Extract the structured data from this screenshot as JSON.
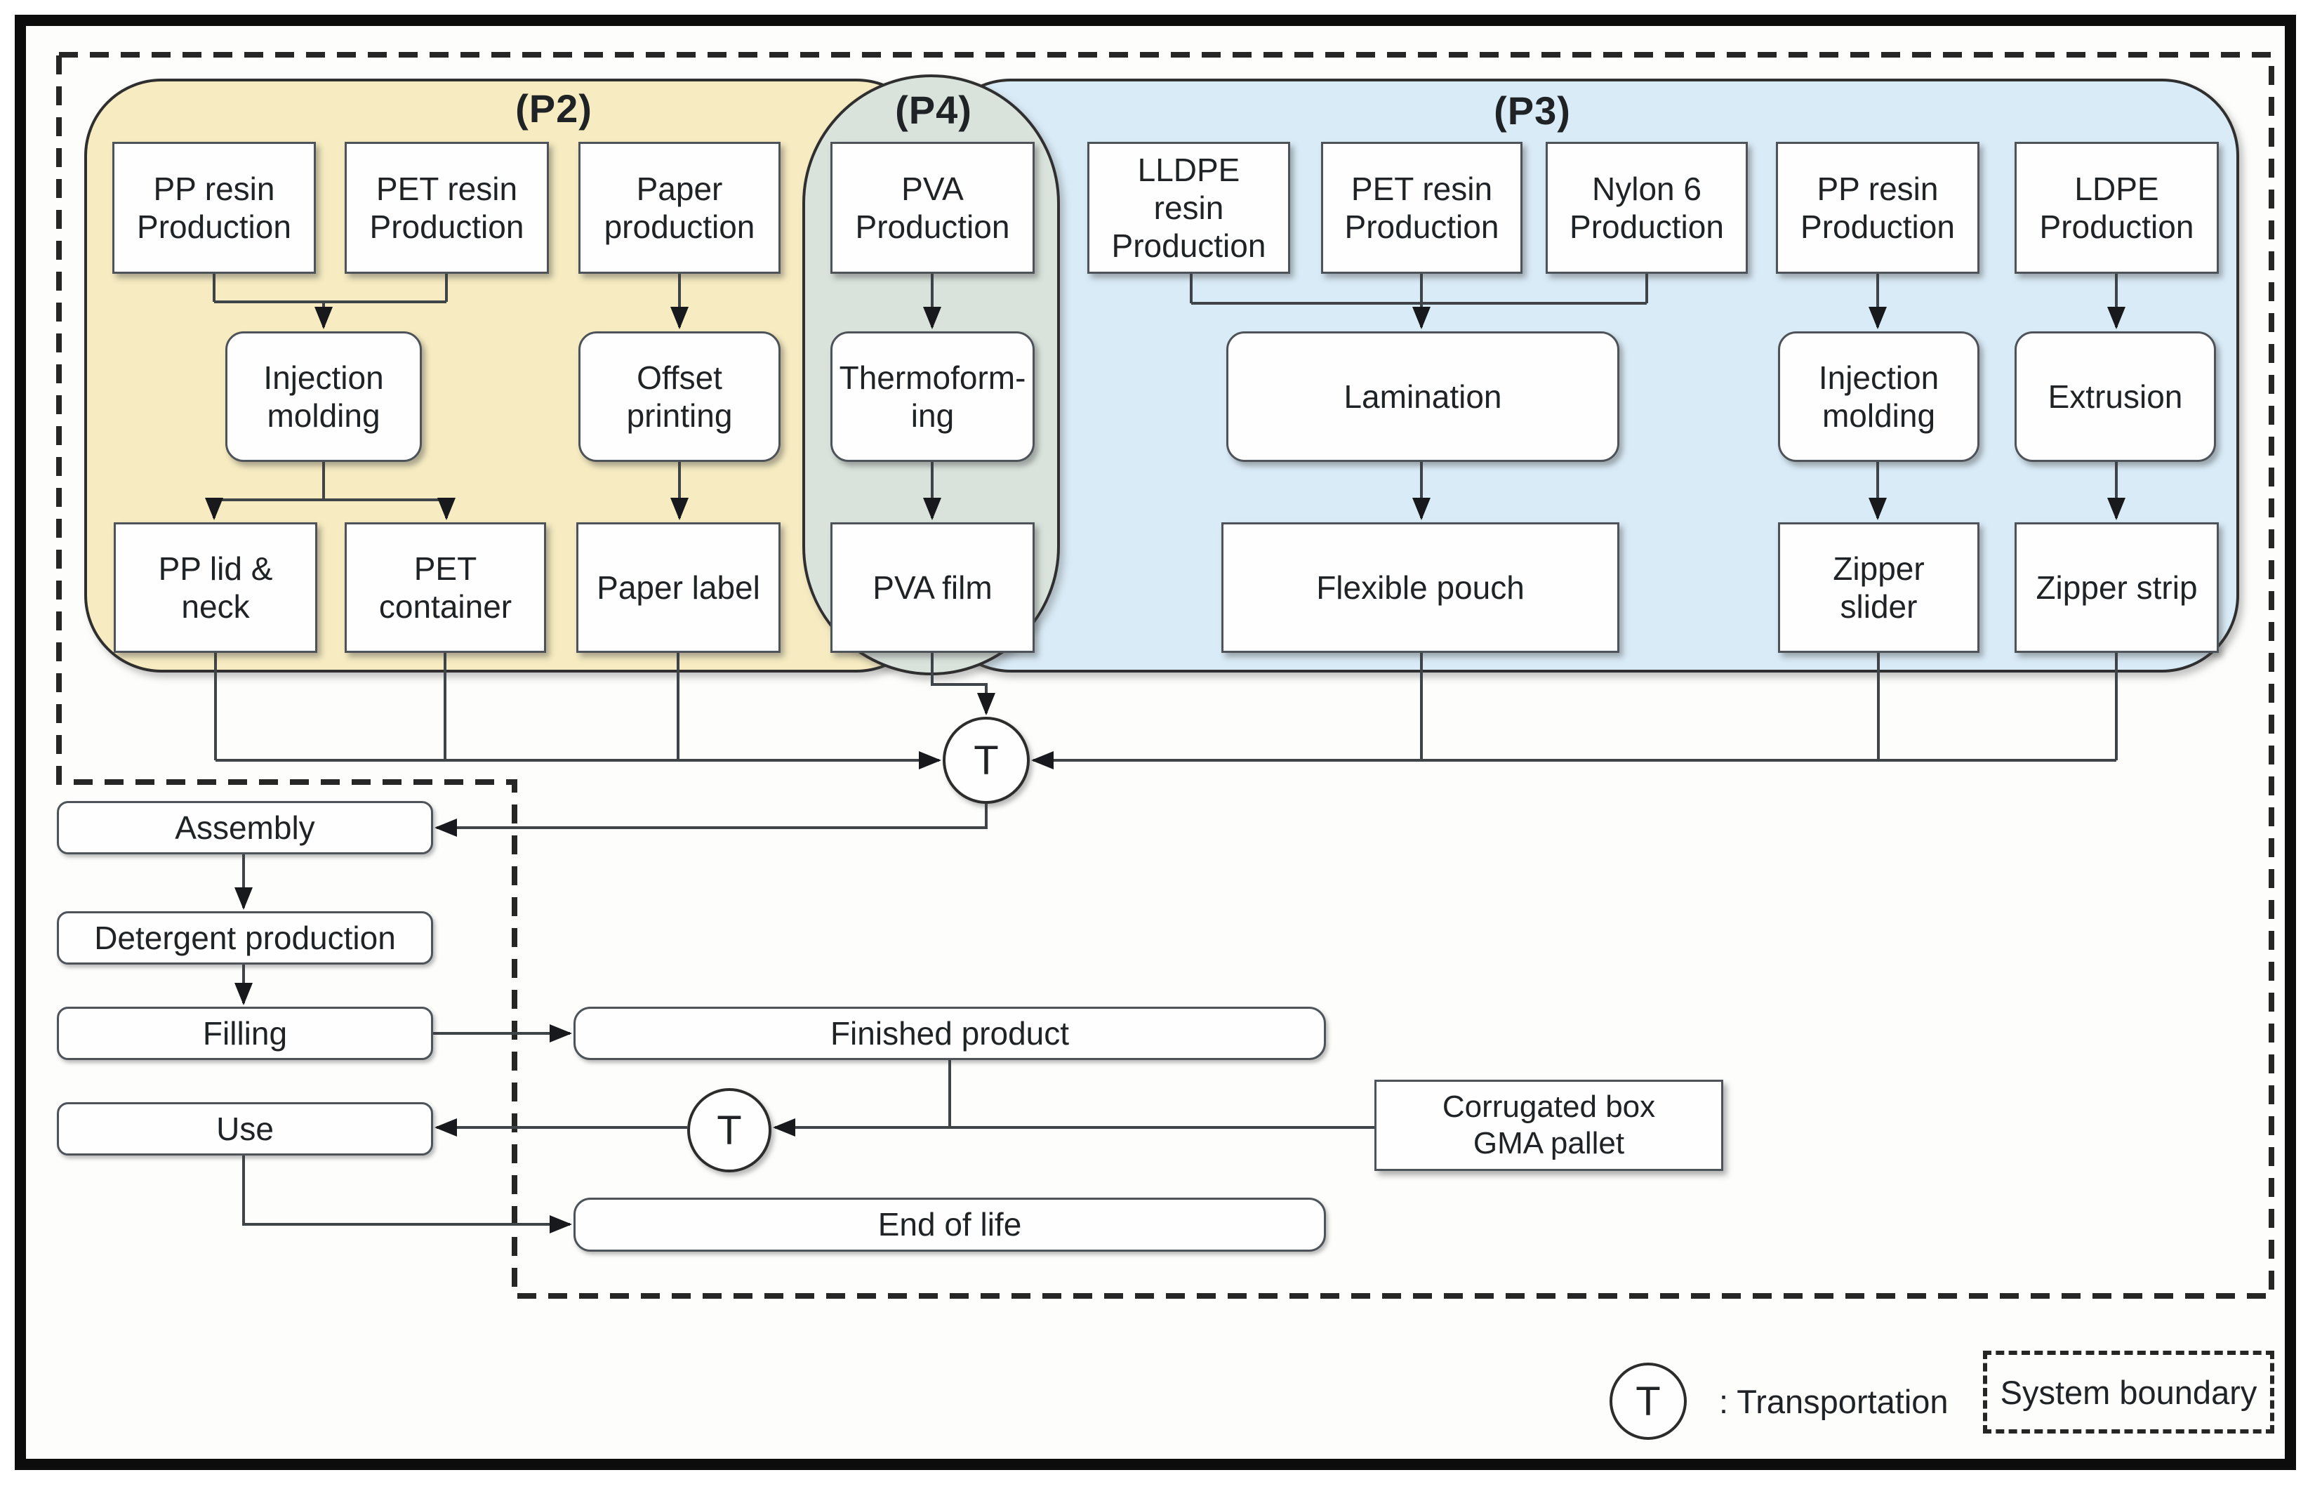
{
  "regions": {
    "p2": {
      "label": "(P2)",
      "fill": "#f6ebc1"
    },
    "p4": {
      "label": "(P4)",
      "fill": "#d9e2db"
    },
    "p3": {
      "label": "(P3)",
      "fill": "#d9ebf7"
    }
  },
  "nodes": {
    "pp_resin_p2": {
      "label": "PP resin\nProduction"
    },
    "pet_resin_p2": {
      "label": "PET resin\nProduction"
    },
    "paper_production": {
      "label": "Paper\nproduction"
    },
    "injection_molding_p2": {
      "label": "Injection\nmolding"
    },
    "offset_printing": {
      "label": "Offset\nprinting"
    },
    "pp_lid_neck": {
      "label": "PP lid &\nneck"
    },
    "pet_container": {
      "label": "PET\ncontainer"
    },
    "paper_label": {
      "label": "Paper label"
    },
    "pva_production": {
      "label": "PVA\nProduction"
    },
    "thermoforming": {
      "label": "Thermoform-\ning"
    },
    "pva_film": {
      "label": "PVA film"
    },
    "lldpe_resin": {
      "label": "LLDPE\nresin\nProduction"
    },
    "pet_resin_p3": {
      "label": "PET resin\nProduction"
    },
    "nylon6": {
      "label": "Nylon 6\nProduction"
    },
    "pp_resin_p3": {
      "label": "PP resin\nProduction"
    },
    "ldpe": {
      "label": "LDPE\nProduction"
    },
    "lamination": {
      "label": "Lamination"
    },
    "injection_molding_p3": {
      "label": "Injection\nmolding"
    },
    "extrusion": {
      "label": "Extrusion"
    },
    "flexible_pouch": {
      "label": "Flexible pouch"
    },
    "zipper_slider": {
      "label": "Zipper\nslider"
    },
    "zipper_strip": {
      "label": "Zipper strip"
    },
    "assembly": {
      "label": "Assembly"
    },
    "detergent_production": {
      "label": "Detergent production"
    },
    "filling": {
      "label": "Filling"
    },
    "use": {
      "label": "Use"
    },
    "finished_product": {
      "label": "Finished product"
    },
    "end_of_life": {
      "label": "End of life"
    },
    "corrugated_box": {
      "label": "Corrugated box\nGMA pallet"
    }
  },
  "transport": {
    "symbol": "T"
  },
  "legend": {
    "transportation_label": ": Transportation",
    "system_boundary_label": "System boundary"
  },
  "colors": {
    "line": "#3f4448",
    "boundary_dash": "#262626",
    "frame": "#0c0c0c"
  }
}
